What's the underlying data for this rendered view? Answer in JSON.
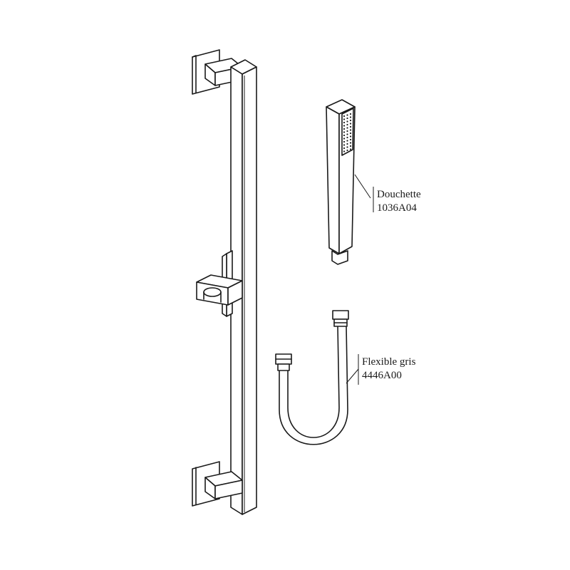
{
  "parts": {
    "handshower": {
      "name": "Douchette",
      "code": "1036A04"
    },
    "hose": {
      "name": "Flexible gris",
      "code": "4446A00"
    }
  },
  "colors": {
    "line": "#1a1a1a",
    "background": "#ffffff"
  }
}
